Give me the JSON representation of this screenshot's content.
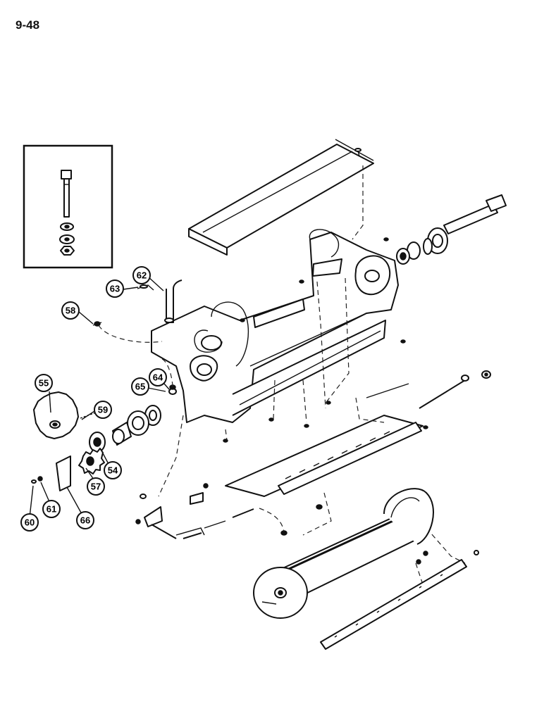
{
  "page": {
    "number": "9-48"
  },
  "callouts": {
    "c54": "54",
    "c55": "55",
    "c57": "57",
    "c58": "58",
    "c59": "59",
    "c60": "60",
    "c61": "61",
    "c62": "62",
    "c63": "63",
    "c64": "64",
    "c65": "65",
    "c66": "66"
  }
}
